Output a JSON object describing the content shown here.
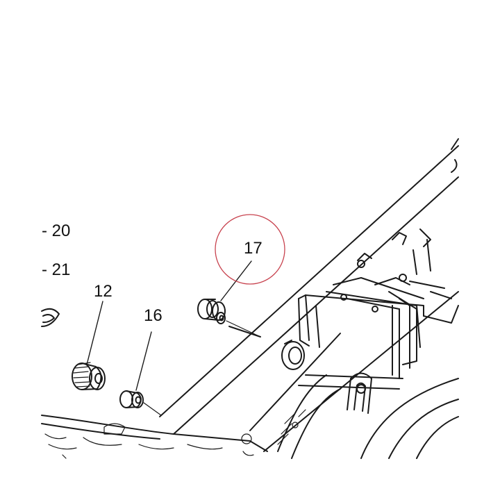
{
  "diagram": {
    "highlight_color": "#c8434f",
    "line_color": "#1a1a1a",
    "callouts": {
      "part_20": "- 20",
      "part_21": "- 21",
      "part_12": "12",
      "part_16": "16",
      "part_17": "17"
    }
  }
}
